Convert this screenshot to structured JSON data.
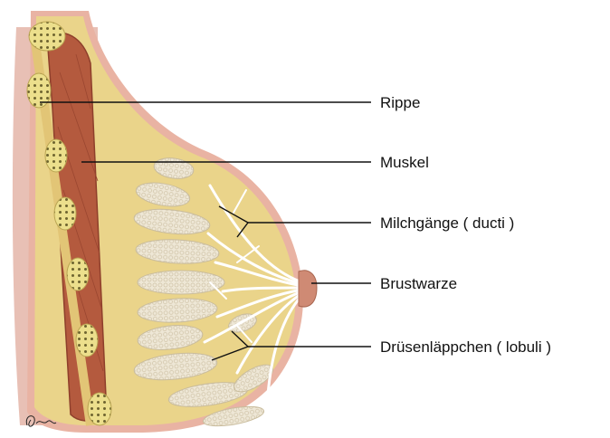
{
  "labels": {
    "rippe": "Rippe",
    "muskel": "Muskel",
    "milchgaenge": "Milchgänge ( ducti )",
    "brustwarze": "Brustwarze",
    "druesen": "Drüsenläppchen ( lobuli )"
  },
  "signature": "Pezzotta",
  "colors": {
    "skin": "#e9b3a3",
    "chest_wall": "#e8c0b5",
    "fat": "#ead48a",
    "muscle": "#b45a3e",
    "ribs": "#ecdf8c",
    "lobule_fill": "#eee7d6",
    "nipple": "#cf8a74",
    "leader_line": "#111111"
  }
}
